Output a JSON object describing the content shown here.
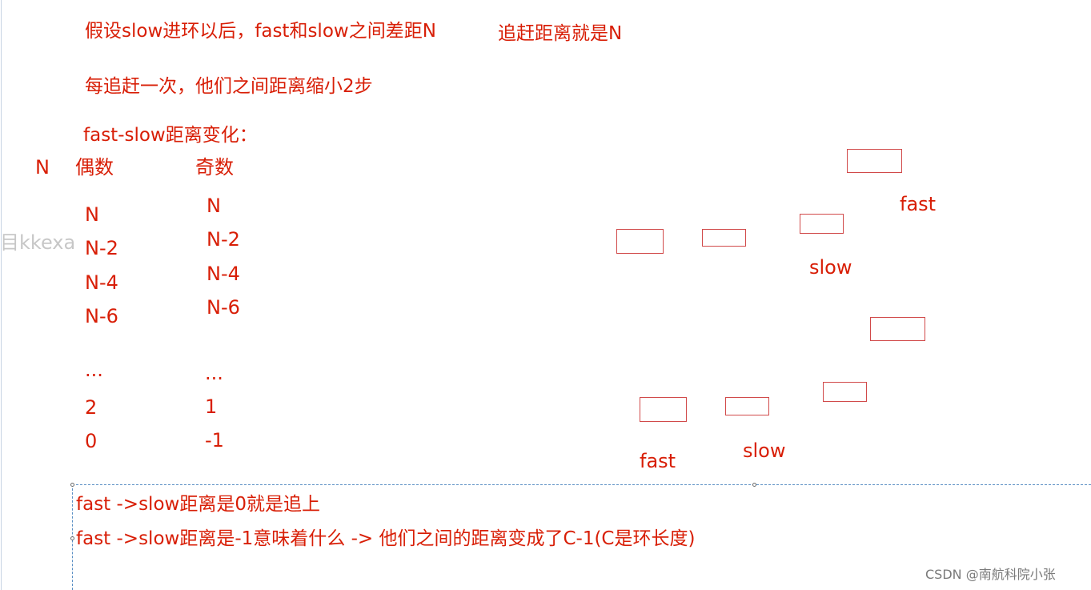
{
  "header": {
    "line1": "假设slow进环以后，fast和slow之间差距N",
    "line1_right": "追赶距离就是N",
    "line2": "每追赶一次，他们之间距离缩小2步",
    "line3": "fast-slow距离变化："
  },
  "table": {
    "n_label": "N",
    "col_even_header": "偶数",
    "col_odd_header": "奇数",
    "even_values": [
      "N",
      "N-2",
      "N-4",
      "N-6",
      "...",
      "2",
      "0"
    ],
    "odd_values": [
      "N",
      "N-2",
      "N-4",
      "N-6",
      "...",
      "1",
      "-1"
    ]
  },
  "diagram": {
    "top_fast_label": "fast",
    "top_slow_label": "slow",
    "bottom_fast_label": "fast",
    "bottom_slow_label": "slow"
  },
  "notes": {
    "line1": "fast ->slow距离是0就是追上",
    "line2": "fast ->slow距离是-1意味着什么 -> 他们之间的距离变成了C-1(C是环长度)"
  },
  "watermark": {
    "side_text": "目kkexa",
    "credit": "CSDN @南航科院小张"
  },
  "colors": {
    "text_red": "#d81e06",
    "box_border": "#d14a4a",
    "selection_dashed": "#5a8fc4",
    "watermark_gray": "#c7c7c7"
  }
}
